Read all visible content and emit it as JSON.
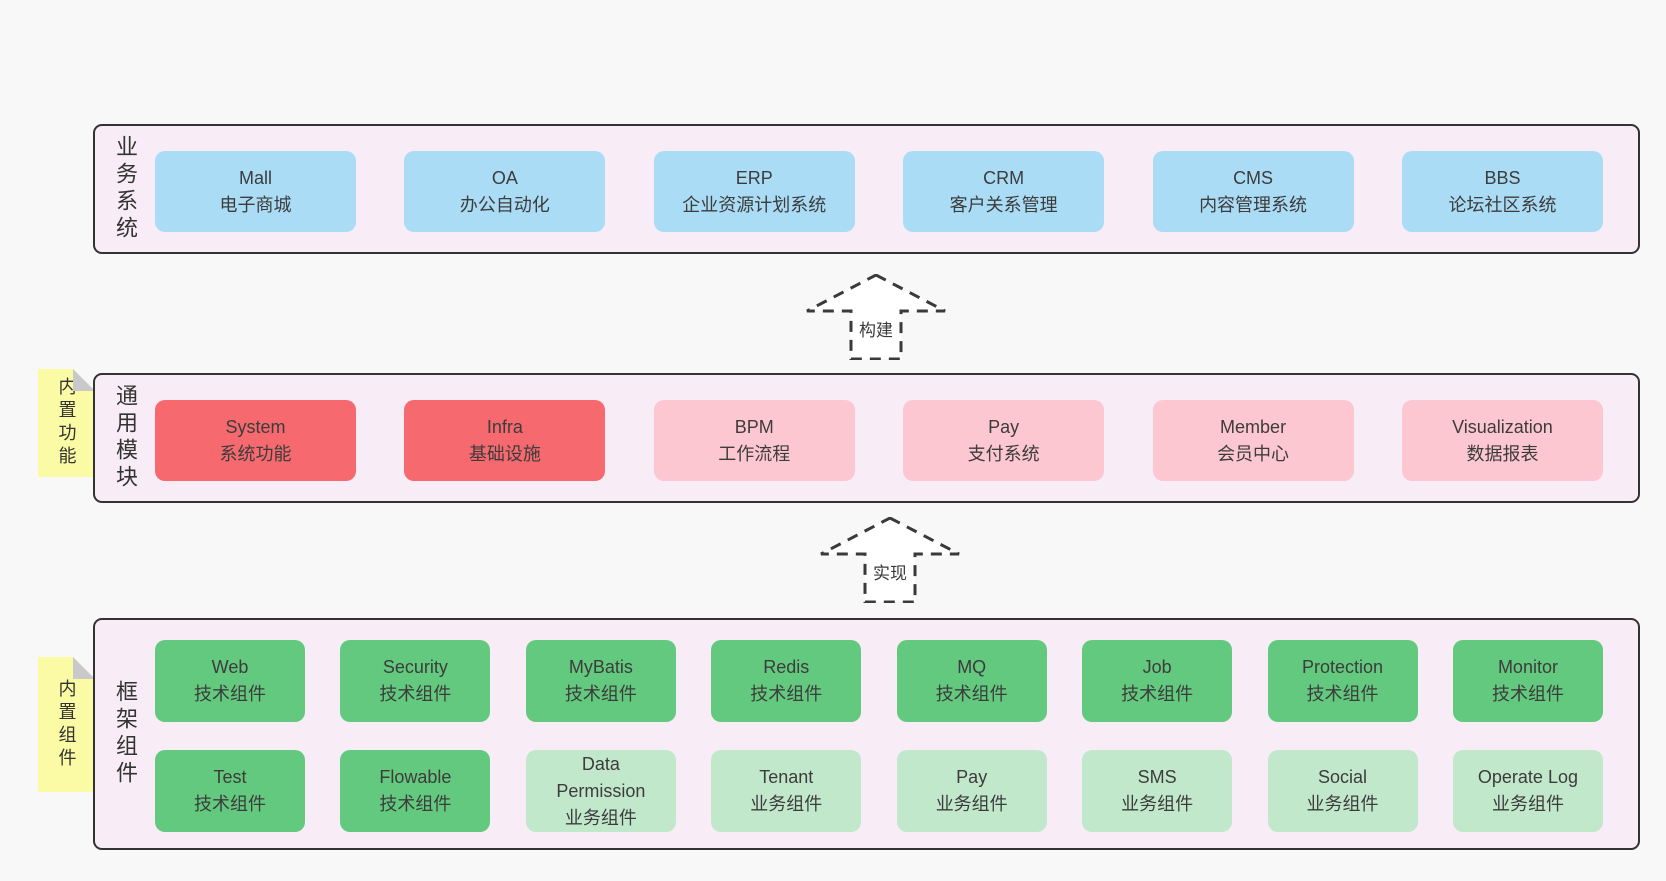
{
  "colors": {
    "page": "#f8f8f8",
    "panel": "#f8edf6",
    "line": "#333333",
    "text": "#3c3c3c",
    "blue": "#abdcf5",
    "red": "#f5696f",
    "pink": "#fdc7d2",
    "green": "#63c97e",
    "lightgreen": "#c2e8cc",
    "yellow": "#fbfba5",
    "fold": "#c9c9c9"
  },
  "business": {
    "side_label": "业务系统",
    "boxes": [
      {
        "title": "Mall",
        "subtitle": "电子商城"
      },
      {
        "title": "OA",
        "subtitle": "办公自动化"
      },
      {
        "title": "ERP",
        "subtitle": "企业资源计划系统"
      },
      {
        "title": "CRM",
        "subtitle": "客户关系管理"
      },
      {
        "title": "CMS",
        "subtitle": "内容管理系统"
      },
      {
        "title": "BBS",
        "subtitle": "论坛社区系统"
      }
    ]
  },
  "arrows": {
    "build": {
      "label": "构建"
    },
    "implement": {
      "label": "实现"
    }
  },
  "modules": {
    "side_label": "通用模块",
    "tag": "内置功能",
    "boxes": [
      {
        "title": "System",
        "subtitle": "系统功能",
        "variant": "red"
      },
      {
        "title": "Infra",
        "subtitle": "基础设施",
        "variant": "red"
      },
      {
        "title": "BPM",
        "subtitle": "工作流程",
        "variant": "pink"
      },
      {
        "title": "Pay",
        "subtitle": "支付系统",
        "variant": "pink"
      },
      {
        "title": "Member",
        "subtitle": "会员中心",
        "variant": "pink"
      },
      {
        "title": "Visualization",
        "subtitle": "数据报表",
        "variant": "pink"
      }
    ]
  },
  "components": {
    "side_label": "框架组件",
    "tag": "内置组件",
    "row1": [
      {
        "title": "Web",
        "subtitle": "技术组件",
        "variant": "green"
      },
      {
        "title": "Security",
        "subtitle": "技术组件",
        "variant": "green"
      },
      {
        "title": "MyBatis",
        "subtitle": "技术组件",
        "variant": "green"
      },
      {
        "title": "Redis",
        "subtitle": "技术组件",
        "variant": "green"
      },
      {
        "title": "MQ",
        "subtitle": "技术组件",
        "variant": "green"
      },
      {
        "title": "Job",
        "subtitle": "技术组件",
        "variant": "green"
      },
      {
        "title": "Protection",
        "subtitle": "技术组件",
        "variant": "green"
      },
      {
        "title": "Monitor",
        "subtitle": "技术组件",
        "variant": "green"
      }
    ],
    "row2": [
      {
        "title": "Test",
        "subtitle": "技术组件",
        "variant": "green"
      },
      {
        "title": "Flowable",
        "subtitle": "技术组件",
        "variant": "green"
      },
      {
        "title": "Data Permission",
        "subtitle": "业务组件",
        "variant": "lightgreen"
      },
      {
        "title": "Tenant",
        "subtitle": "业务组件",
        "variant": "lightgreen"
      },
      {
        "title": "Pay",
        "subtitle": "业务组件",
        "variant": "lightgreen"
      },
      {
        "title": "SMS",
        "subtitle": "业务组件",
        "variant": "lightgreen"
      },
      {
        "title": "Social",
        "subtitle": "业务组件",
        "variant": "lightgreen"
      },
      {
        "title": "Operate Log",
        "subtitle": "业务组件",
        "variant": "lightgreen"
      }
    ]
  }
}
